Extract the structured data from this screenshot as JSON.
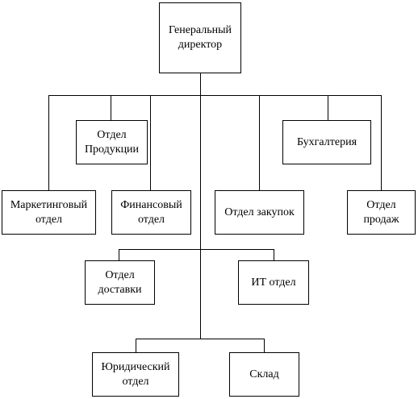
{
  "org_chart": {
    "ceo": "Генеральный\nдиректор",
    "departments": {
      "production": "Отдел\nПродукции",
      "accounting": "Бухгалтерия",
      "marketing": "Маркетинговый\nотдел",
      "finance": "Финансовый\nотдел",
      "purchasing": "Отдел закупок",
      "sales": "Отдел\nпродаж",
      "delivery": "Отдел\nдоставки",
      "it": "ИТ отдел",
      "legal": "Юридический\nотдел",
      "warehouse": "Склад"
    }
  }
}
